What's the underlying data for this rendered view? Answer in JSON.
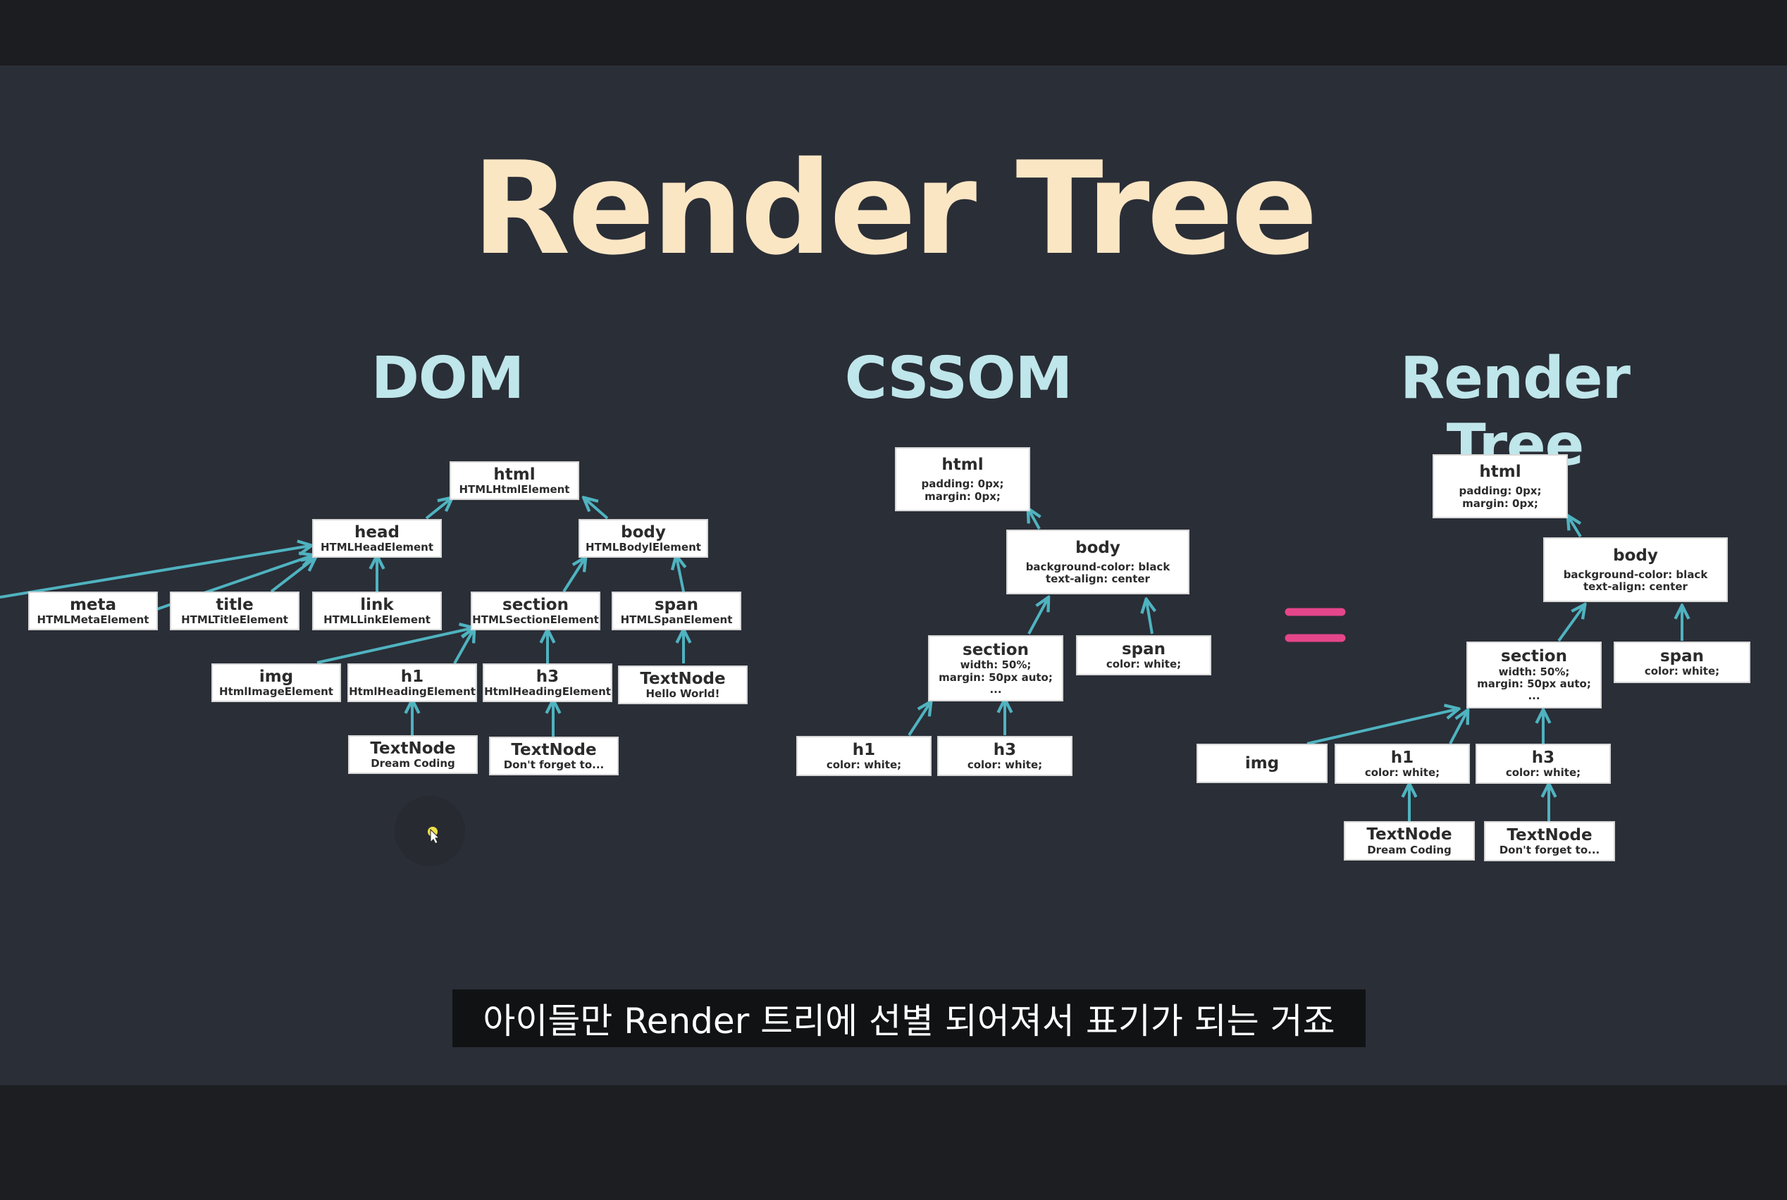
{
  "slide": {
    "title": "Render Tree",
    "colors": {
      "background": "#2a2e37",
      "title": "#fbe6c4",
      "heading": "#bfe6ea",
      "arrow": "#4fb3c0",
      "operator": "#e5458a"
    },
    "dom": {
      "heading": "DOM",
      "nodes": {
        "html": {
          "name": "html",
          "type": "HTMLHtmlElement"
        },
        "head": {
          "name": "head",
          "type": "HTMLHeadElement"
        },
        "body": {
          "name": "body",
          "type": "HTMLBodylElement"
        },
        "meta": {
          "name": "meta",
          "type": "HTMLMetaElement"
        },
        "title": {
          "name": "title",
          "type": "HTMLTitleElement"
        },
        "link": {
          "name": "link",
          "type": "HTMLLinkElement"
        },
        "section": {
          "name": "section",
          "type": "HTMLSectionElement"
        },
        "span": {
          "name": "span",
          "type": "HTMLSpanElement"
        },
        "img": {
          "name": "img",
          "type": "HtmlImageElement"
        },
        "h1": {
          "name": "h1",
          "type": "HtmlHeadingElement"
        },
        "h3": {
          "name": "h3",
          "type": "HtmlHeadingElement"
        },
        "text_span": {
          "name": "TextNode",
          "type": "Hello World!"
        },
        "text_h1": {
          "name": "TextNode",
          "type": "Dream Coding"
        },
        "text_h3": {
          "name": "TextNode",
          "type": "Don't forget to..."
        }
      }
    },
    "cssom": {
      "heading": "CSSOM",
      "nodes": {
        "html": {
          "name": "html",
          "style": "padding: 0px;\nmargin: 0px;"
        },
        "body": {
          "name": "body",
          "style": "background-color: black\ntext-align: center"
        },
        "section": {
          "name": "section",
          "style": "width: 50%;\nmargin: 50px auto;\n..."
        },
        "span": {
          "name": "span",
          "style": "color: white;"
        },
        "h1": {
          "name": "h1",
          "style": "color: white;"
        },
        "h3": {
          "name": "h3",
          "style": "color: white;"
        }
      }
    },
    "render": {
      "heading": "Render Tree",
      "nodes": {
        "html": {
          "name": "html",
          "style": "padding: 0px;\nmargin: 0px;"
        },
        "body": {
          "name": "body",
          "style": "background-color: black\ntext-align: center"
        },
        "section": {
          "name": "section",
          "style": "width: 50%;\nmargin: 50px auto;\n..."
        },
        "span": {
          "name": "span",
          "style": "color: white;"
        },
        "img": {
          "name": "img",
          "style": ""
        },
        "h1": {
          "name": "h1",
          "style": "color: white;"
        },
        "h3": {
          "name": "h3",
          "style": "color: white;"
        },
        "text_h1": {
          "name": "TextNode",
          "style": "Dream Coding"
        },
        "text_h3": {
          "name": "TextNode",
          "style": "Don't forget to..."
        }
      }
    }
  },
  "subtitle": "아이들만 Render 트리에 선별 되어져서 표기가 되는 거죠"
}
